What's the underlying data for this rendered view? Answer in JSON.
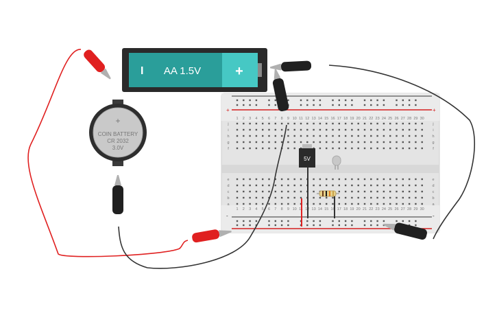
{
  "aa_battery": {
    "label": "AA 1.5V",
    "plus": "+",
    "minus": "I",
    "body_color": "#2a9e9a",
    "cap_color": "#46c8c4"
  },
  "coin_battery": {
    "plus": "+",
    "line1": "COIN BATTERY",
    "line2": "CR 2032",
    "line3": "3.0V"
  },
  "regulator": {
    "label": "5V"
  },
  "breadboard": {
    "row_letters_top": [
      "j",
      "i",
      "h",
      "g",
      "f"
    ],
    "row_letters_bottom": [
      "e",
      "d",
      "c",
      "b",
      "a"
    ],
    "col_numbers": [
      "1",
      "2",
      "3",
      "4",
      "5",
      "6",
      "7",
      "8",
      "9",
      "10",
      "11",
      "12",
      "13",
      "14",
      "15",
      "16",
      "17",
      "18",
      "19",
      "20",
      "21",
      "22",
      "23",
      "24",
      "25",
      "26",
      "27",
      "28",
      "29",
      "30"
    ],
    "rail_plus": "+",
    "rail_minus": "-"
  },
  "colors": {
    "wire_red": "#e02020",
    "wire_dark": "#303030",
    "clip_red": "#e02020",
    "clip_black": "#202020",
    "rail_red": "#d42020"
  }
}
